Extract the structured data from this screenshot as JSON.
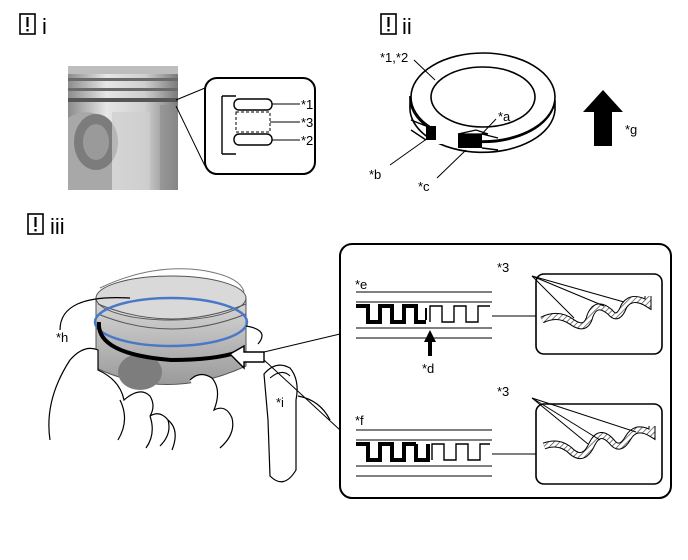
{
  "steps": {
    "i": "i",
    "ii": "ii",
    "iii": "iii"
  },
  "labels": {
    "l1": "*1",
    "l2": "*2",
    "l3": "*3",
    "l12": "*1,*2",
    "la": "*a",
    "lb": "*b",
    "lc": "*c",
    "lg": "*g",
    "lh": "*h",
    "li": "*i",
    "le": "*e",
    "ld": "*d",
    "lf": "*f",
    "l3b": "*3",
    "l3c": "*3"
  },
  "icons": {
    "warning": "warning-icon"
  },
  "colors": {
    "ring_highlight": "#4a78c8"
  }
}
